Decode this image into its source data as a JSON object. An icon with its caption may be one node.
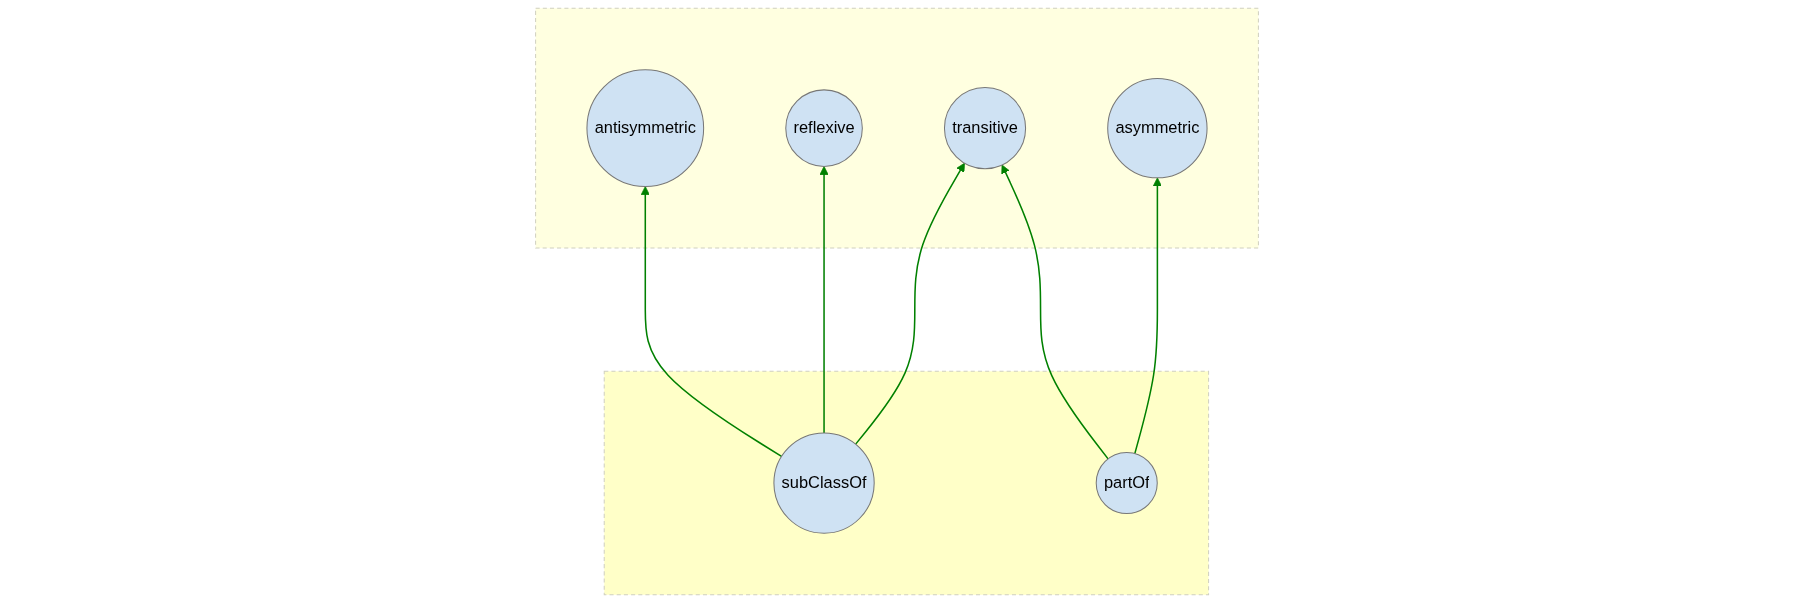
{
  "diagram": {
    "nodes": [
      {
        "text": [],
        "shape": "band"
      },
      {
        "text": [
          "antisymmetric"
        ],
        "in": 0
      },
      {
        "text": [
          "reflexive"
        ],
        "in": 0
      },
      {
        "text": [
          "transitive"
        ],
        "in": 0
      },
      {
        "text": [
          "asymmetric"
        ],
        "in": 0
      },
      {
        "text": [],
        "shape": "band"
      },
      {
        "text": [
          "subClassOf"
        ],
        "in": 5
      },
      {
        "text": [
          "partOf"
        ],
        "in": 5
      }
    ],
    "edges": [
      {
        "from": 6,
        "to": 1,
        "arrow": "to"
      },
      {
        "from": 6,
        "to": 2,
        "arrow": "to"
      },
      {
        "from": 6,
        "to": 3,
        "arrow": "to"
      },
      {
        "from": 7,
        "to": 3,
        "arrow": "to"
      },
      {
        "from": 7,
        "to": 4,
        "arrow": "to"
      }
    ]
  }
}
